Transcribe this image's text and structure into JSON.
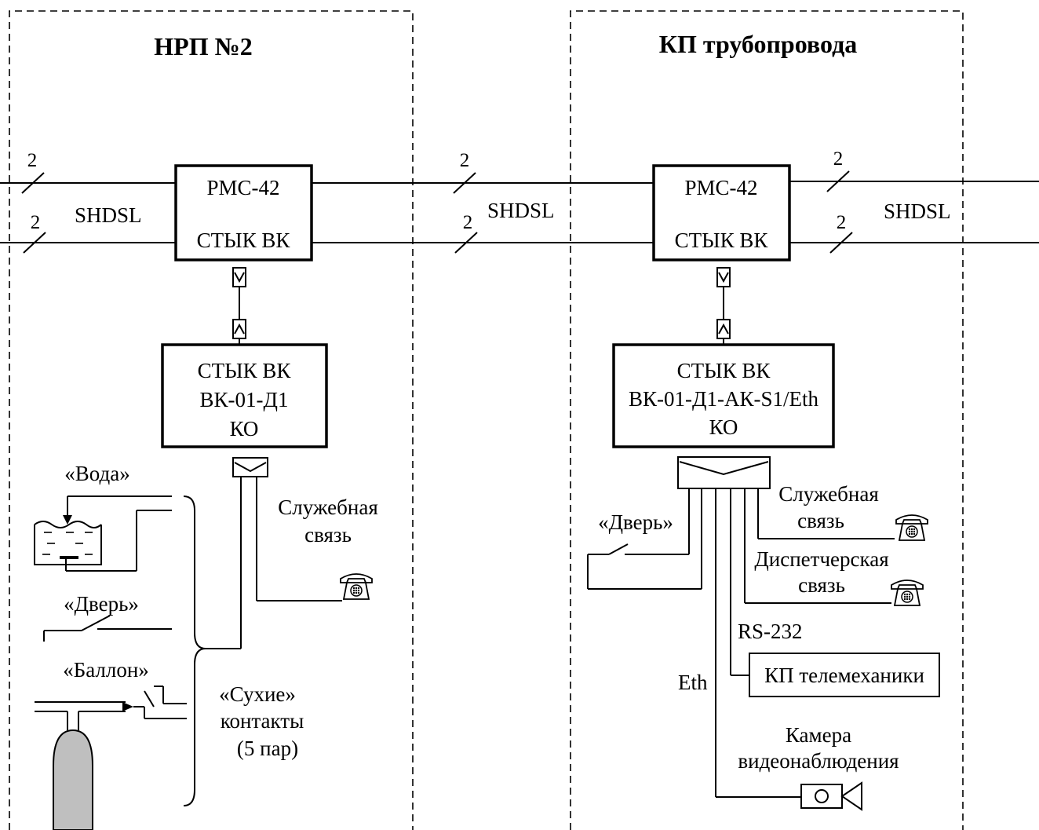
{
  "sections": {
    "left_title": "НРП №2",
    "right_title": "КП трубопровода"
  },
  "line": {
    "pair_count": "2",
    "interface": "SHDSL"
  },
  "left": {
    "rmc_model": "РМС-42",
    "rmc_sub": "СТЫК ВК",
    "unit_line1": "СТЫК ВК",
    "unit_line2": "ВК-01-Д1",
    "unit_line3": "КО",
    "water": "«Вода»",
    "door": "«Дверь»",
    "balloon": "«Баллон»",
    "service_1": "Служебная",
    "service_2": "связь",
    "dry_1": "«Сухие»",
    "dry_2": "контакты",
    "dry_3": "(5 пар)"
  },
  "right": {
    "rmc_model": "РМС-42",
    "rmc_sub": "СТЫК ВК",
    "unit_line1": "СТЫК ВК",
    "unit_line2": "ВК-01-Д1-АК-S1/Eth",
    "unit_line3": "КО",
    "service_1": "Служебная",
    "service_2": "связь",
    "dispatch_1": "Диспетчерская",
    "dispatch_2": "связь",
    "door": "«Дверь»",
    "rs232": "RS-232",
    "telemechanics": "КП телемеханики",
    "eth": "Eth",
    "camera_1": "Камера",
    "camera_2": "видеонаблюдения"
  }
}
